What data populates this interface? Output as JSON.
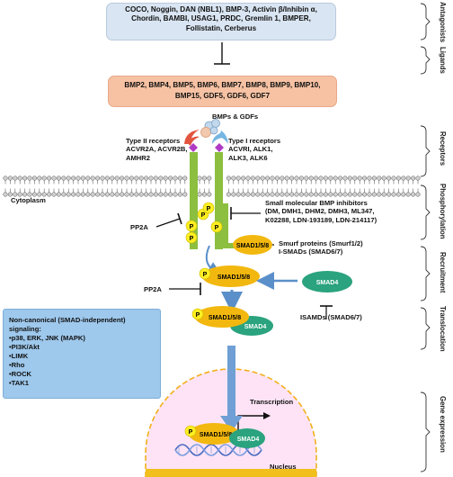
{
  "antagonists": {
    "lines": [
      "COCO, Noggin, DAN (NBL1), BMP-3, Activin β/Inhibin α,",
      "Chordin, BAMBI, USAG1, PRDC, Gremlin 1, BMPER,",
      "Follistatin, Cerberus"
    ]
  },
  "ligands": {
    "lines": [
      "BMP2, BMP4, BMP5, BMP6, BMP7, BMP8, BMP9, BMP10,",
      "BMP15, GDF5, GDF6, GDF7"
    ]
  },
  "bmps_gdfs": "BMPs & GDFs",
  "type2": {
    "title": "Type II receptors",
    "line2": "ACVR2A, ACVR2B,",
    "line3": "AMHR2"
  },
  "type1": {
    "title": "Type I receptors",
    "line2": "ACVRI, ALK1,",
    "line3": "ALK3, ALK6"
  },
  "cytoplasm": "Cytoplasm",
  "inhibitors": {
    "lines": [
      "Small molecular BMP inhibitors",
      "(DM, DMH1, DHM2, DMH3, ML347,",
      "K02288, LDN-193189, LDN-214117)"
    ]
  },
  "pp2a_top": "PP2A",
  "pp2a_mid": "PP2A",
  "smurf": {
    "line1": "Smurf proteins (Smurf1/2)",
    "line2": "I-SMADs (SMAD6/7)"
  },
  "isamds": "ISAMDs (SMAD6/7)",
  "smad158": "SMAD1/5/8",
  "smad4": "SMAD4",
  "p": "P",
  "noncanonical": {
    "title_line1": "Non-canonical (SMAD-independent)",
    "title_line2": "signaling:",
    "items": [
      "p38, ERK, JNK (MAPK)",
      "PI3K/Akt",
      "LIMK",
      "Rho",
      "ROCK",
      "TAK1"
    ]
  },
  "transcription": "Transcription",
  "nucleus": "Nucleus",
  "steps": [
    "Antagonists",
    "Ligands",
    "Receptors",
    "Phosphorylation",
    "Recruitment",
    "Translocation",
    "Gene expression"
  ],
  "colors": {
    "antagonist_box": "#d9e5f2",
    "ligand_box": "#f6c2a3",
    "receptor_green": "#8cbf3f",
    "smad158": "#f2b80f",
    "smad4": "#2aa37e",
    "phospho": "#ffee22",
    "nucleus_fill": "#fde3f5",
    "nucleus_border": "#f2b01d",
    "arrow_blue": "#5a8fc9",
    "noncanonical_box": "#9ec8ec"
  }
}
